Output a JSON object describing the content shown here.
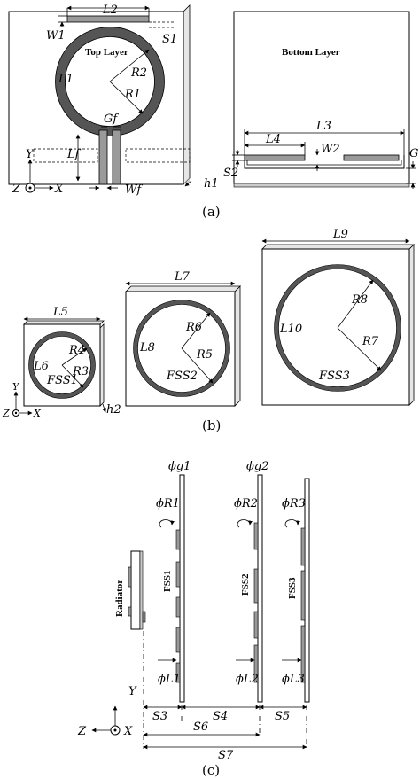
{
  "panel_a": {
    "caption": "(a)",
    "top_layer_title": "Top Layer",
    "bottom_layer_title": "Bottom Layer",
    "labels": {
      "L2": "L2",
      "W1": "W1",
      "S1": "S1",
      "L1": "L1",
      "R2": "R2",
      "R1": "R1",
      "Gf": "Gf",
      "Lf": "Lf",
      "Wf": "Wf",
      "h1": "h1",
      "L3": "L3",
      "L4": "L4",
      "W2": "W2",
      "G": "G",
      "S2": "S2"
    },
    "axes": {
      "y": "Y",
      "z": "Z",
      "x": "X"
    }
  },
  "panel_b": {
    "caption": "(b)",
    "labels": {
      "L5": "L5",
      "L6": "L6",
      "R3": "R3",
      "R4": "R4",
      "FSS1": "FSS1",
      "h2": "h2",
      "L7": "L7",
      "L8": "L8",
      "R5": "R5",
      "R6": "R6",
      "FSS2": "FSS2",
      "L9": "L9",
      "L10": "L10",
      "R7": "R7",
      "R8": "R8",
      "FSS3": "FSS3"
    },
    "axes": {
      "y": "Y",
      "z": "Z",
      "x": "X"
    }
  },
  "panel_c": {
    "caption": "(c)",
    "radiator": "Radiator",
    "fss": [
      "FSS1",
      "FSS2",
      "FSS3"
    ],
    "phi_g": [
      "ϕg1",
      "ϕg2"
    ],
    "phi_R": [
      "ϕR1",
      "ϕR2",
      "ϕR3"
    ],
    "phi_L": [
      "ϕL1",
      "ϕL2",
      "ϕL3"
    ],
    "spacings": {
      "S3": "S3",
      "S4": "S4",
      "S5": "S5",
      "S6": "S6",
      "S7": "S7"
    },
    "axes": {
      "y": "Y",
      "z": "Z",
      "x": "X"
    }
  }
}
